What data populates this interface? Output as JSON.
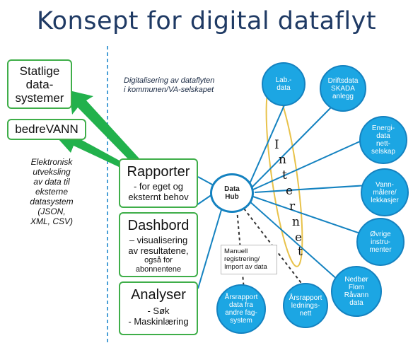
{
  "title": "Konsept for digital dataflyt",
  "left_boxes": {
    "statlige": "Statlige\ndata-\nsystemer",
    "bedrevann": "bedreVANN"
  },
  "elektronisk_note": "Elektronisk\nutveksling\nav data til\neksterne\ndatasystem\n(JSON,\nXML, CSV)",
  "digitalisering_note": "Digitalisering av dataflyten\ni kommunen/VA-selskapet",
  "rapporter": {
    "title": "Rapporter",
    "sub": "- for eget og\neksternt behov"
  },
  "dashbord": {
    "title": "Dashbord",
    "sub": "– visualisering\nav resultatene,",
    "small": "også for\nabonnentene"
  },
  "analyser": {
    "title": "Analyser",
    "sub": "- Søk\n- Maskinlæring"
  },
  "hub": {
    "line1": "Data",
    "line2": "Hub"
  },
  "internet_letters": [
    "I",
    "n",
    "t",
    "e",
    "r",
    "n",
    "e",
    "t"
  ],
  "manual_box": "Manuell\nregistrering/\nImport av data",
  "circles": {
    "lab": "Lab.-\ndata",
    "drift": "Driftsdata\nSKADA\nanlegg",
    "energi": "Energi-\ndata\nnett-\nselskap",
    "vann": "Vann-\nmålere/\nlekkasjer",
    "ovrige": "Øvrige\ninstru-\nmenter",
    "nedbor": "Nedbør\nFlom\nRåvann\ndata",
    "arsrapport_ledning": "Årsrapport\nlednings-\nnett",
    "arsrapport_andre": "Årsrapport\ndata fra\nandre fag-\nsystem"
  },
  "colors": {
    "title": "#1F3A64",
    "box_border": "#3FAE49",
    "arrow": "#22B14C",
    "circle": "#1CA6E3",
    "line": "#1482C0",
    "internet_oval": "#E8C24A"
  }
}
